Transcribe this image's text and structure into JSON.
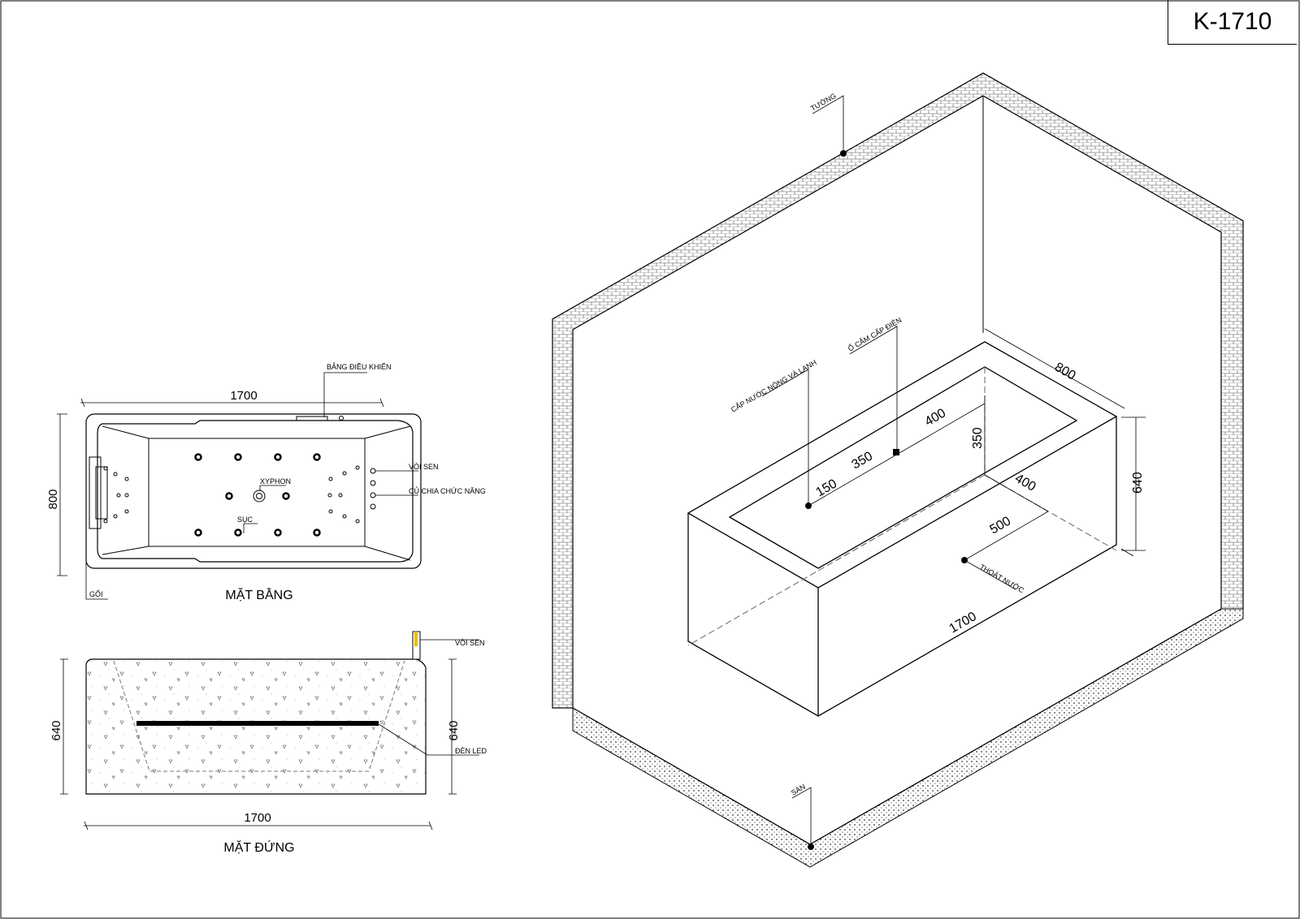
{
  "title_block": {
    "code": "K-1710"
  },
  "plan_view": {
    "title": "MẶT BẰNG",
    "dim_length": "1700",
    "dim_width": "800",
    "labels": {
      "control_panel": "BẢNG ĐIỀU KHIỂN",
      "shower": "VÒI SEN",
      "function_diverter": "CỦ CHIA CHỨC NĂNG",
      "drain": "XYPHON",
      "jet": "SỤC",
      "pillow": "GỐI"
    }
  },
  "elevation_view": {
    "title": "MẶT ĐỨNG",
    "dim_length": "1700",
    "dim_height_left": "640",
    "dim_height_right": "640",
    "labels": {
      "shower": "VÒI SEN",
      "led": "ĐÈN LED"
    }
  },
  "iso_view": {
    "labels": {
      "wall": "TƯỜNG",
      "floor": "SÀN",
      "water_supply": "CẤP NƯỚC NÓNG VÀ LẠNH",
      "power_socket": "Ổ CẮM CẤP ĐIỆN",
      "drain": "THOÁT NƯỚC"
    },
    "dims": {
      "width": "800",
      "height": "640",
      "length": "1700",
      "d150": "150",
      "d350": "350",
      "d400": "400",
      "d350_vertical": "350",
      "d400_side": "400",
      "d500": "500"
    }
  }
}
